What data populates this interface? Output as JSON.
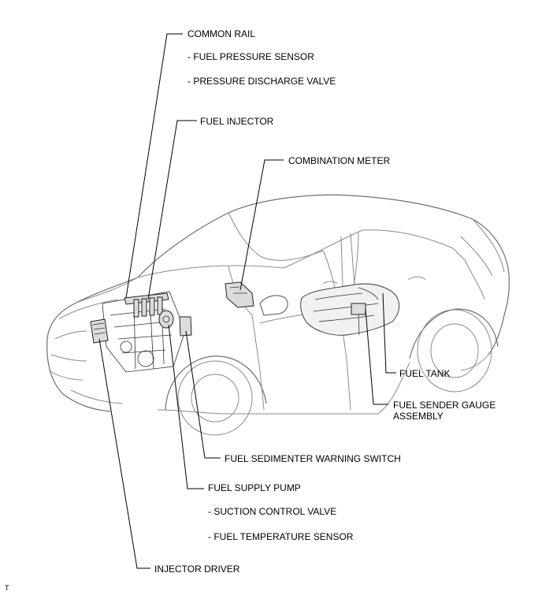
{
  "labels": {
    "common_rail": "COMMON RAIL",
    "fuel_pressure_sensor": "- FUEL PRESSURE SENSOR",
    "pressure_discharge_valve": "- PRESSURE DISCHARGE VALVE",
    "fuel_injector": "FUEL INJECTOR",
    "combination_meter": "COMBINATION METER",
    "fuel_tank": "FUEL TANK",
    "fuel_sender_gauge_line1": "FUEL SENDER GAUGE",
    "fuel_sender_gauge_line2": "ASSEMBLY",
    "fuel_sedimenter_warning_switch": "FUEL SEDIMENTER WARNING SWITCH",
    "fuel_supply_pump": "FUEL SUPPLY PUMP",
    "suction_control_valve": "- SUCTION CONTROL VALVE",
    "fuel_temperature_sensor": "- FUEL TEMPERATURE SENSOR",
    "injector_driver": "INJECTOR DRIVER",
    "corner_mark": "T"
  }
}
